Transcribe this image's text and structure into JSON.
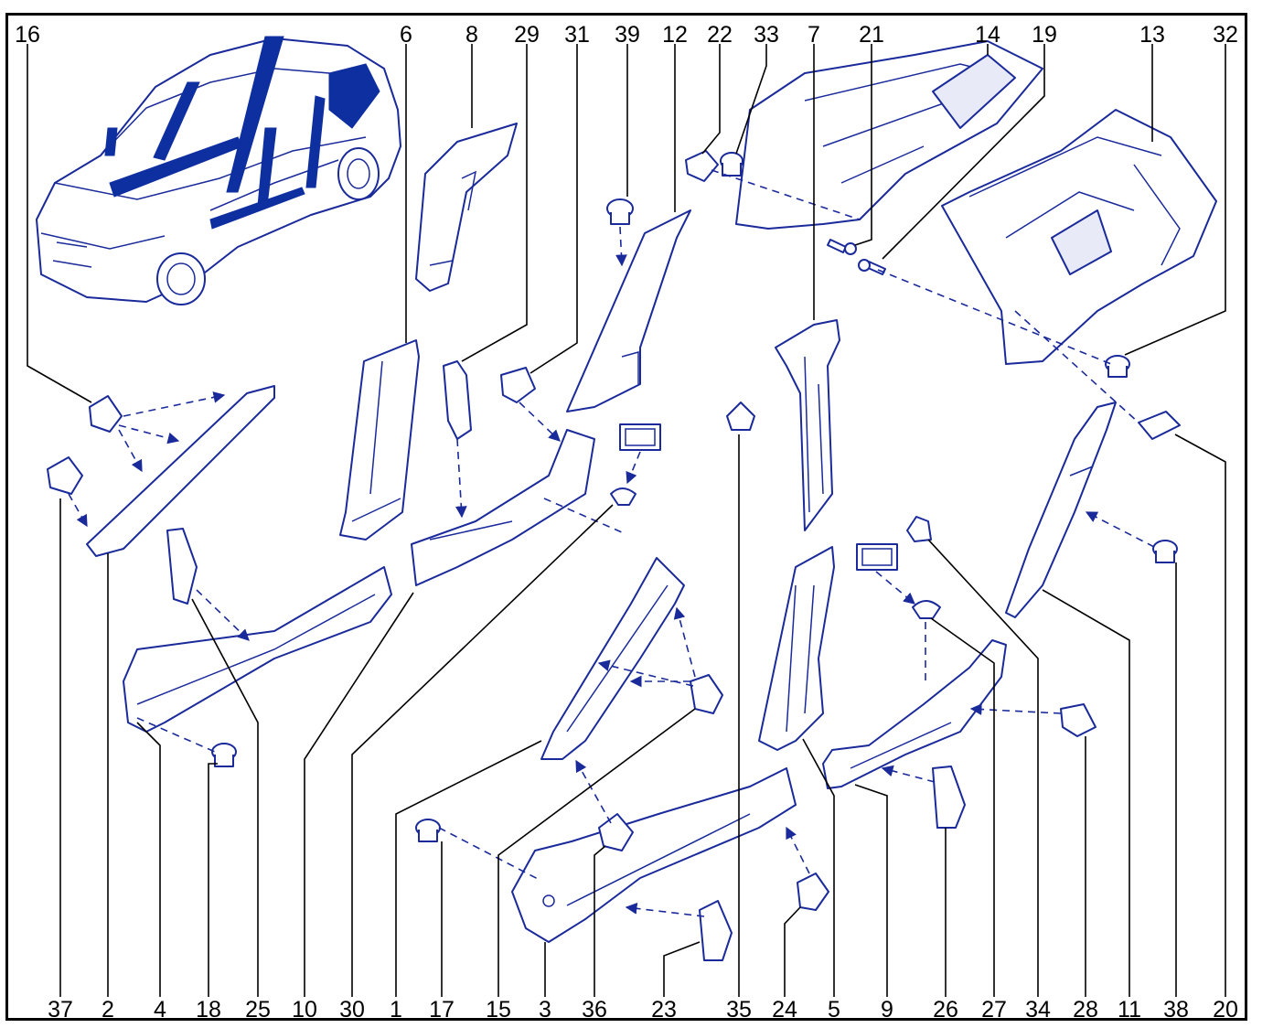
{
  "labels_top": [
    "16",
    "6",
    "8",
    "29",
    "31",
    "39",
    "12",
    "22",
    "33",
    "7",
    "21",
    "14",
    "19",
    "13",
    "32"
  ],
  "labels_bottom": [
    "37",
    "2",
    "4",
    "18",
    "25",
    "10",
    "30",
    "1",
    "17",
    "15",
    "3",
    "36",
    "23",
    "35",
    "24",
    "5",
    "9",
    "26",
    "27",
    "34",
    "28",
    "11",
    "38",
    "20"
  ],
  "colors": {
    "line": "#1a2a9a",
    "highlight": "#0e2fa0",
    "frame": "#000000"
  }
}
